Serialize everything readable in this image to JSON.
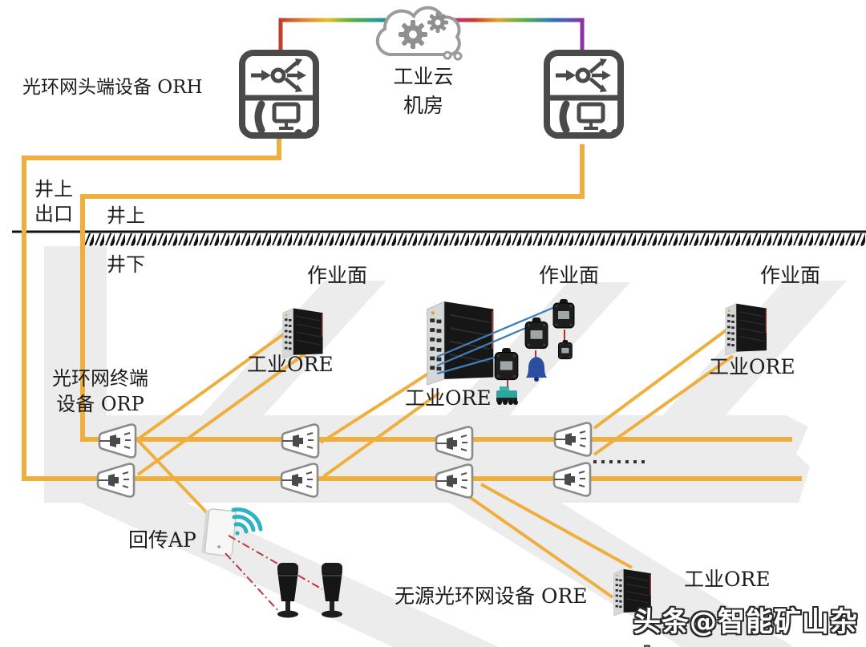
{
  "diagram": {
    "surface": {
      "orh_label": "光环网头端设备 ORH",
      "cloud": {
        "line1": "工业云",
        "line2": "机房"
      },
      "shaft_exit": {
        "line1": "井上",
        "line2": "出口"
      },
      "above_ground_label": "井上",
      "below_ground_label": "井下"
    },
    "underground": {
      "working_face_labels": [
        "作业面",
        "作业面",
        "作业面"
      ],
      "industrial_ore_labels": [
        "工业ORE",
        "工业ORE",
        "工业ORE",
        "工业ORE"
      ],
      "orp_label": {
        "line1": "光环网终端",
        "line2": "设备 ORP"
      },
      "backhaul_ap_label": "回传AP",
      "passive_ore_label": "无源光环网设备 ORE"
    },
    "watermark": "头条@智能矿山杂志",
    "colors": {
      "fiber": "#EFAF3E",
      "tunnel_band": "#ECECEC",
      "device_outline": "#4A4A4B",
      "sensor_link_blue": "#3E7FB8",
      "sensor_link_red": "#CC2A2A",
      "wifi_teal": "#2FB3C4",
      "ground": "#111111"
    }
  }
}
